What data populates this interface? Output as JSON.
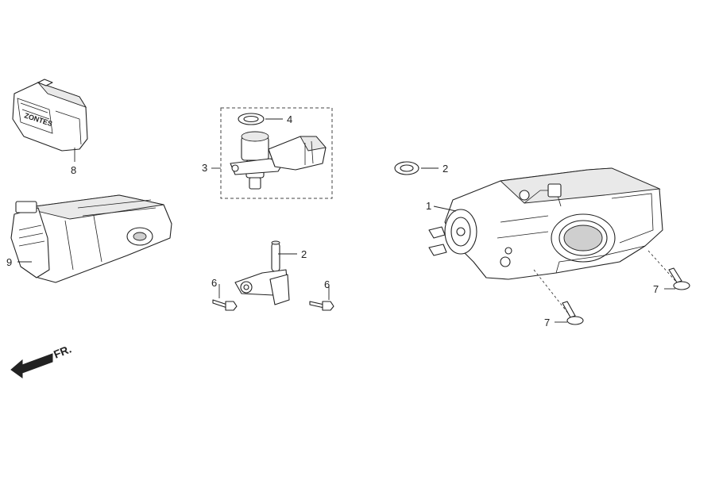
{
  "callouts": {
    "c1": "1",
    "c2a": "2",
    "c2b": "2",
    "c3": "3",
    "c4": "4",
    "c6a": "6",
    "c6b": "6",
    "c7a": "7",
    "c7b": "7",
    "c8": "8",
    "c9": "9"
  },
  "direction_label": "FR.",
  "part8_logo_text": "ZONTES",
  "colors": {
    "line": "#222222",
    "fill": "#ffffff",
    "shade": "#e9e9e9"
  }
}
